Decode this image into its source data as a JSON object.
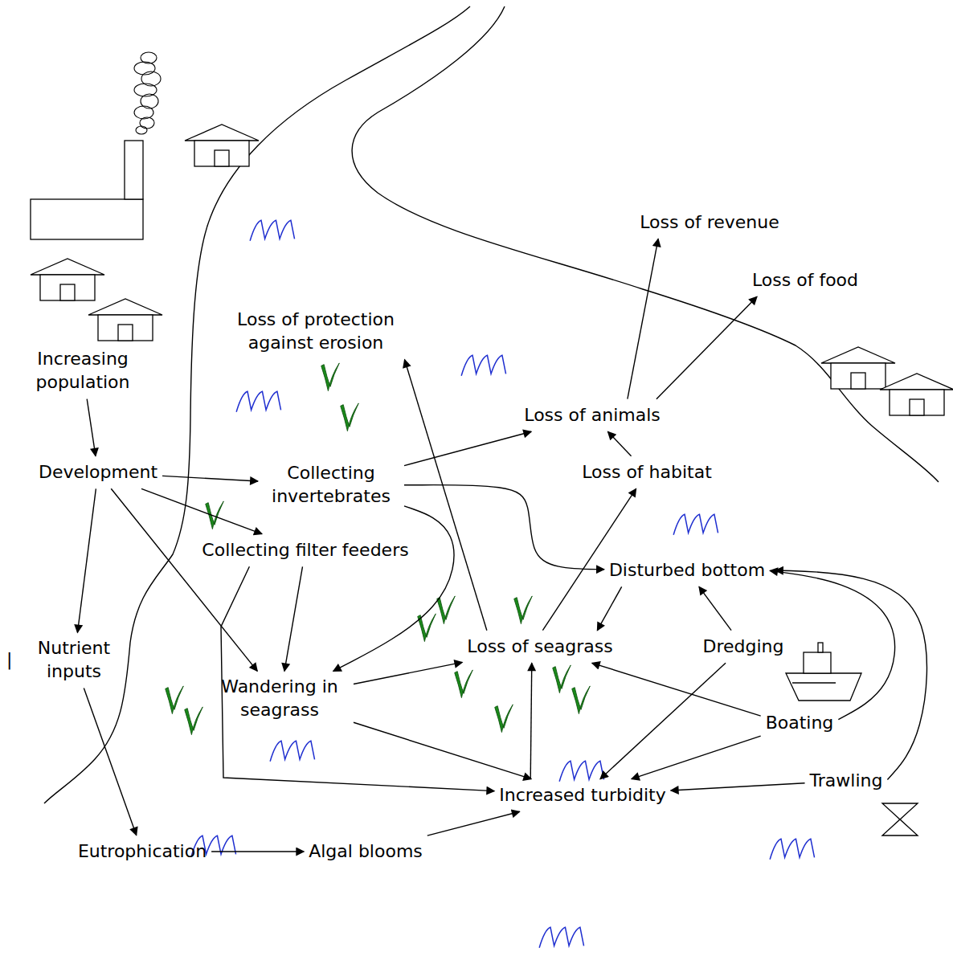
{
  "diagram": {
    "nodes": [
      {
        "text": [
          "Increasing population"
        ]
      },
      {
        "text": [
          "Development"
        ]
      },
      {
        "text": [
          "Collecting invertebrates"
        ]
      },
      {
        "text": [
          "Collecting filter feeders"
        ]
      },
      {
        "text": [
          "Nutrient inputs"
        ]
      },
      {
        "text": [
          "Wandering in seagrass"
        ]
      },
      {
        "text": [
          "Loss of seagrass"
        ]
      },
      {
        "text": [
          "Loss of protection against erosion"
        ]
      },
      {
        "text": [
          "Loss of animals"
        ]
      },
      {
        "text": [
          "Loss of habitat"
        ]
      },
      {
        "text": [
          "Loss of revenue"
        ]
      },
      {
        "text": [
          "Loss of food"
        ]
      },
      {
        "text": [
          "Disturbed bottom"
        ]
      },
      {
        "text": [
          "Dredging"
        ]
      },
      {
        "text": [
          "Boating"
        ]
      },
      {
        "text": [
          "Trawling"
        ]
      },
      {
        "text": [
          "Increased turbidity"
        ]
      },
      {
        "text": [
          "Eutrophication"
        ]
      },
      {
        "text": [
          "Algal blooms"
        ]
      }
    ],
    "edges": [
      {
        "from": 0,
        "to": 1,
        "arrow": "to"
      },
      {
        "from": 1,
        "to": 2,
        "arrow": "to"
      },
      {
        "from": 1,
        "to": 3,
        "arrow": "to"
      },
      {
        "from": 1,
        "to": 4,
        "arrow": "to"
      },
      {
        "from": 1,
        "to": 5,
        "arrow": "to"
      },
      {
        "from": 2,
        "to": 8,
        "arrow": "to"
      },
      {
        "from": 2,
        "to": 12,
        "arrow": "to"
      },
      {
        "from": 2,
        "to": 5,
        "arrow": "to"
      },
      {
        "from": 3,
        "to": 5,
        "arrow": "to"
      },
      {
        "from": 3,
        "to": 16,
        "arrow": "to"
      },
      {
        "from": 4,
        "to": 17,
        "arrow": "to"
      },
      {
        "from": 5,
        "to": 6,
        "arrow": "to"
      },
      {
        "from": 5,
        "to": 16,
        "arrow": "to"
      },
      {
        "from": 6,
        "to": 7,
        "arrow": "to"
      },
      {
        "from": 6,
        "to": 9,
        "arrow": "to"
      },
      {
        "from": 9,
        "to": 8,
        "arrow": "to"
      },
      {
        "from": 8,
        "to": 10,
        "arrow": "to"
      },
      {
        "from": 8,
        "to": 11,
        "arrow": "to"
      },
      {
        "from": 12,
        "to": 6,
        "arrow": "to"
      },
      {
        "from": 13,
        "to": 12,
        "arrow": "to"
      },
      {
        "from": 13,
        "to": 16,
        "arrow": "to"
      },
      {
        "from": 14,
        "to": 6,
        "arrow": "to"
      },
      {
        "from": 14,
        "to": 16,
        "arrow": "to"
      },
      {
        "from": 14,
        "to": 12,
        "arrow": "to"
      },
      {
        "from": 15,
        "to": 16,
        "arrow": "to"
      },
      {
        "from": 15,
        "to": 12,
        "arrow": "to"
      },
      {
        "from": 16,
        "to": 6,
        "arrow": "to"
      },
      {
        "from": 17,
        "to": 18,
        "arrow": "to"
      },
      {
        "from": 18,
        "to": 16,
        "arrow": "to"
      }
    ],
    "labels": [
      "|"
    ]
  }
}
